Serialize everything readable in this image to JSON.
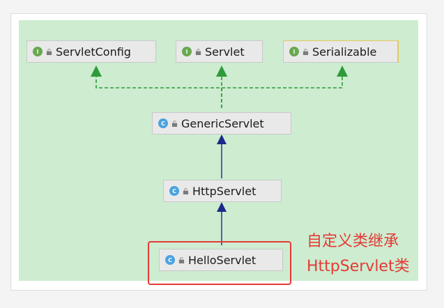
{
  "nodes": {
    "servlet_config": {
      "label": "ServletConfig",
      "kind": "I"
    },
    "servlet": {
      "label": "Servlet",
      "kind": "I"
    },
    "serializable": {
      "label": "Serializable",
      "kind": "I"
    },
    "generic_servlet": {
      "label": "GenericServlet",
      "kind": "C"
    },
    "http_servlet": {
      "label": "HttpServlet",
      "kind": "C"
    },
    "hello_servlet": {
      "label": "HelloServlet",
      "kind": "C"
    }
  },
  "annotation": {
    "line1": "自定义类继承",
    "line2": "HttpServlet类"
  },
  "colors": {
    "background": "#cdecd0",
    "implements_arrow": "#2e9b3a",
    "extends_arrow": "#1a2a8a",
    "highlight": "#e53935",
    "interface_badge": "#6aa84f",
    "class_badge": "#4aa3df"
  },
  "icons": {
    "interface": "interface-icon",
    "class": "class-icon",
    "visibility": "public-lock-icon"
  }
}
